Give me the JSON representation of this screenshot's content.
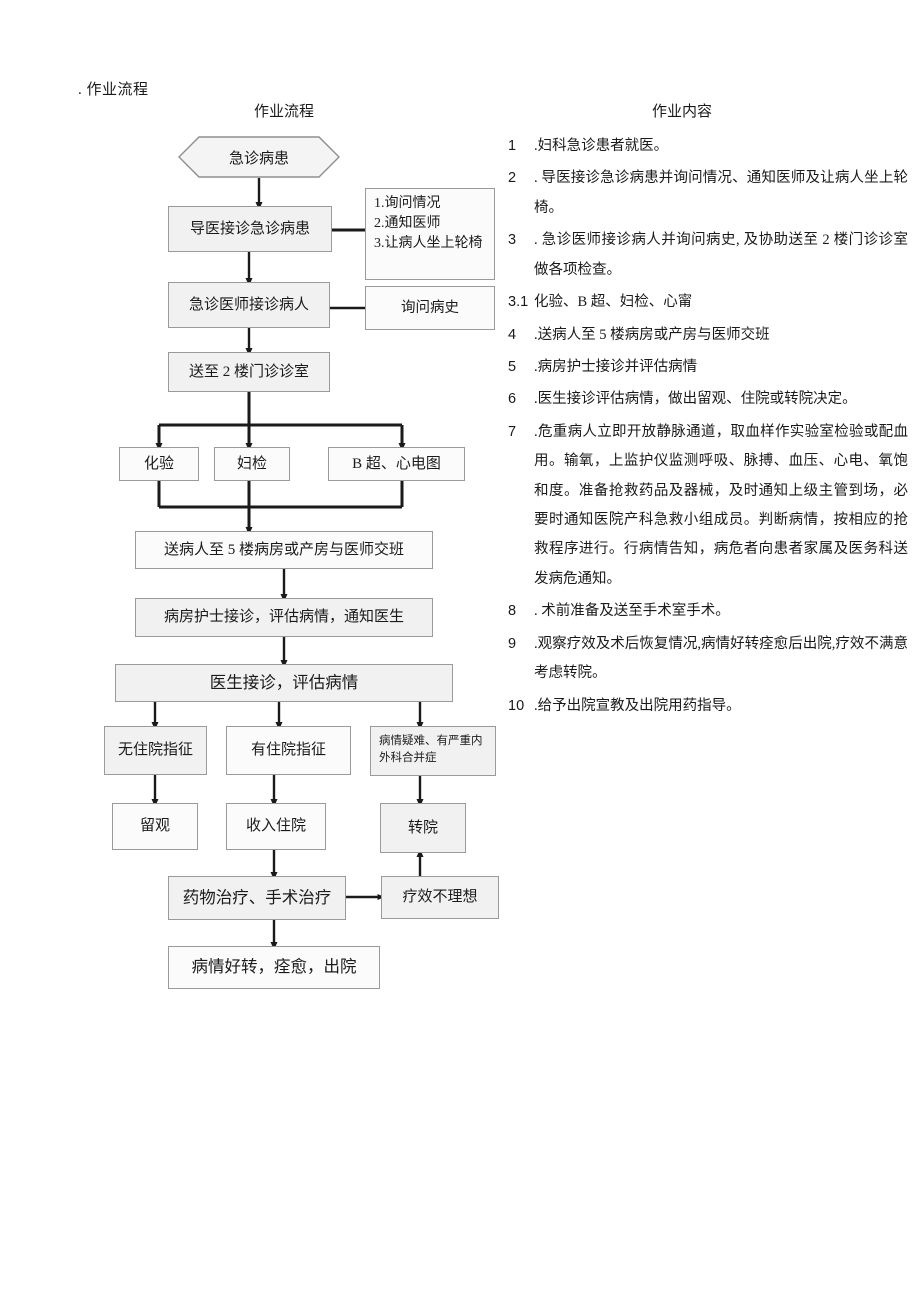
{
  "doc": {
    "title": ". 作业流程"
  },
  "columns": {
    "flow_header": "作业流程",
    "content_header": "作业内容"
  },
  "flowchart": {
    "nodes": {
      "start": "急诊病患",
      "triage": "导医接诊急诊病患",
      "triage_note": "1.询问情况\n2.通知医师\n3.让病人坐上轮椅",
      "doctor_receive": "急诊医师接诊病人",
      "doctor_note": "询问病史",
      "send_2f": "送至 2 楼门诊诊室",
      "exam_lab": "化验",
      "exam_gyn": "妇检",
      "exam_bus": "B 超、心电图",
      "send_5f": "送病人至 5 楼病房或产房与医师交班",
      "ward_nurse": "病房护士接诊，评估病情，通知医生",
      "doctor_assess": "医生接诊，评估病情",
      "no_admit": "无住院指征",
      "yes_admit": "有住院指征",
      "complex_case": "病情疑难、有严重内外科合并症",
      "observe": "留观",
      "admit": "收入住院",
      "transfer": "转院",
      "treatment": "药物治疗、手术治疗",
      "poor_effect": "疗效不理想",
      "recovered": "病情好转，痊愈，出院"
    }
  },
  "content_items": [
    {
      "num": "1",
      "text": ".妇科急诊患者就医。"
    },
    {
      "num": "2",
      "text": ". 导医接诊急诊病患并询问情况、通知医师及让病人坐上轮椅。"
    },
    {
      "num": "3",
      "text": ". 急诊医师接诊病人并询问病史, 及协助送至 2 楼门诊诊室做各项检查。"
    },
    {
      "num": "3.1",
      "text": "化验、B 超、妇检、心甯"
    },
    {
      "num": "4",
      "text": ".送病人至 5 楼病房或产房与医师交班"
    },
    {
      "num": "5",
      "text": ".病房护士接诊并评估病情"
    },
    {
      "num": "6",
      "text": ".医生接诊评估病情，做出留观、住院或转院决定。"
    },
    {
      "num": "7",
      "text": ".危重病人立即开放静脉通道，取血样作实验室检验或配血用。输氧，上监护仪监测呼吸、脉搏、血压、心电、氧饱和度。准备抢救药品及器械，及时通知上级主管到场，必要时通知医院产科急救小组成员。判断病情，按相应的抢救程序进行。行病情告知，病危者向患者家属及医务科送发病危通知。"
    },
    {
      "num": "8",
      "text": ". 术前准备及送至手术室手术。"
    },
    {
      "num": "9",
      "text": ".观察疗效及术后恢复情况,病情好转痊愈后出院,疗效不满意考虑转院。"
    },
    {
      "num": "10",
      "text": ".给予出院宣教及出院用药指导。"
    }
  ],
  "style": {
    "node_fill": "#f1f1f1",
    "node_border": "#9a9a9a",
    "connector": "#1a1a1a",
    "text": "#1b1b1b"
  }
}
